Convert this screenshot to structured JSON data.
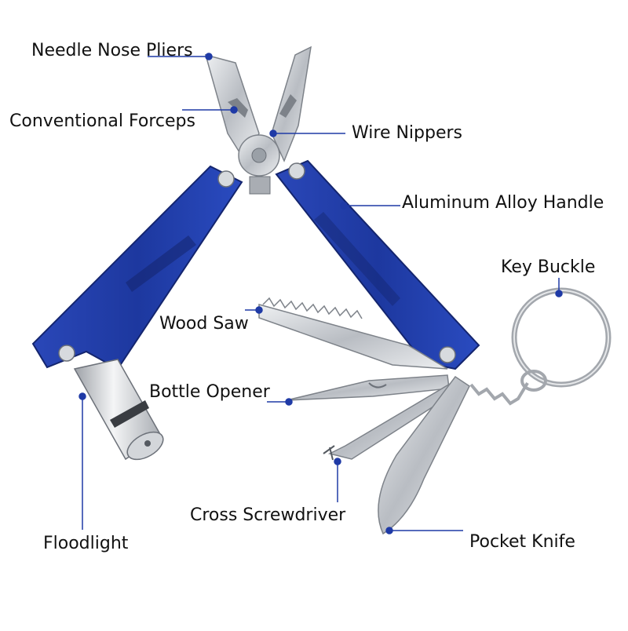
{
  "labels": {
    "needle_nose_pliers": "Needle Nose Pliers",
    "conventional_forceps": "Conventional Forceps",
    "wire_nippers": "Wire Nippers",
    "aluminum_alloy_handle": "Aluminum Alloy Handle",
    "key_buckle": "Key Buckle",
    "wood_saw": "Wood Saw",
    "bottle_opener": "Bottle Opener",
    "cross_screwdriver": "Cross Screwdriver",
    "floodlight": "Floodlight",
    "pocket_knife": "Pocket Knife"
  },
  "colors": {
    "handle_blue": "#1f3aa6",
    "handle_dark": "#14256e",
    "steel": "#c9ccd1",
    "steel_dark": "#8a8f96",
    "leader_line": "#1f3aa6",
    "text": "#111111"
  }
}
